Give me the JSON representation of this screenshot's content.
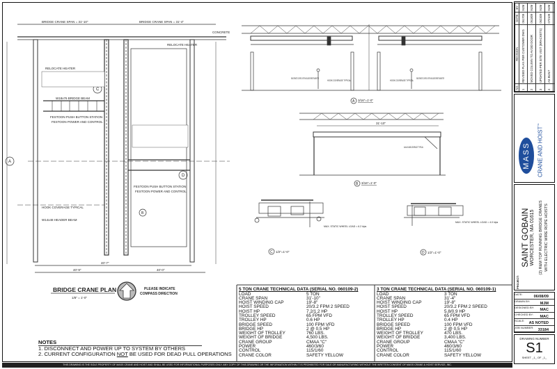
{
  "plan": {
    "title": "BRIDGE CRANE PLAN",
    "scale": "1/8\" = 1'-0\"",
    "compass_note_1": "PLEASE INDICATE",
    "compass_note_2": "COMPASS DIRECTION",
    "span_left": "BRIDGE CRANE SPAN = 31'-10\"",
    "span_right": "BRIDGE CRANE SPAN = 31'-4\"",
    "dim_bottom_left": "40'-9\"",
    "dim_bottom_right": "40'-0\"",
    "dim_inner": "40'-7\"",
    "relocate_heater": "RELOCATE HEATER",
    "festoon_button": "FESTOON PUSH BUTTON STATION",
    "festoon_power": "FESTOON POWER AND CONTROL",
    "bridge_beam": "W18x76 BRIDGE BEAM",
    "header_beam": "W14x48 HEADER BEAM",
    "concrete": "CONCRETE",
    "hook_coverage": "HOOK COVERAGE TYPICAL",
    "grid_a": "A",
    "grid_b": "B",
    "grid_c": "C",
    "grid_d": "D"
  },
  "sections": {
    "scale_a": "3/16\"=1'-0\"",
    "scale_b": "3/16\"=1'-0\"",
    "scale_c": "1/2\"=1'-0\"",
    "scale_d": "1/2\"=1'-0\"",
    "radio_remote": "RADIO REMOTE CONTROL SYSTEM INCLUDES SPARE TRANSMITTER",
    "hook_coverage": "HOOK COVERAGE TYPICAL",
    "wheel_load_c": "MAX. STATIC WHEEL LOAD = 6.2 kips",
    "wheel_load_d": "MAX. STATIC WHEEL LOAD = 4.0 kips",
    "span_b": "31'-10\"",
    "angle_brace": "4x4x1/4 ANGLE BRACE TYPICAL"
  },
  "table_5ton": {
    "title": "5 TON CRANE TECHNICAL DATA (SERIAL NO. 060109-2)",
    "rows": [
      [
        "LOAD",
        "5 TON"
      ],
      [
        "CRANE SPAN",
        "31'-10\""
      ],
      [
        "HOIST WINDING CAP",
        "19'-8\""
      ],
      [
        "HOIST SPEED",
        "20/3.2 FPM 2 SPEED"
      ],
      [
        "HOIST HP",
        "7.2/1.2 HP"
      ],
      [
        "TROLLEY SPEED",
        "65 FPM VFD"
      ],
      [
        "TROLLEY HP",
        "0.6 HP"
      ],
      [
        "BRIDGE SPEED",
        "100 FPM VFD"
      ],
      [
        "BRIDGE HP",
        "2 @ 0.5 HP"
      ],
      [
        "WEIGHT OF TROLLEY",
        "760 LBS."
      ],
      [
        "WEIGHT OF BRIDGE",
        "4,500 LBS."
      ],
      [
        "CRANE GROUP",
        "CMAA \"C\""
      ],
      [
        "POWER",
        "460/3/60"
      ],
      [
        "CONTROL",
        "115/1/60"
      ],
      [
        "CRANE COLOR",
        "SAFETY YELLOW"
      ]
    ]
  },
  "table_3ton": {
    "title": "3 TON CRANE TECHNICAL DATA (SERIAL NO. 060109-1)",
    "rows": [
      [
        "LOAD",
        "3 TON"
      ],
      [
        "CRANE SPAN",
        "31'-4\""
      ],
      [
        "HOIST WINDING CAP",
        "19'-8\""
      ],
      [
        "HOIST SPEED",
        "20/3.2 FPM 2 SPEED"
      ],
      [
        "HOIST HP",
        "5.8/0.9 HP"
      ],
      [
        "TROLLEY SPEED",
        "65 FPM VFD"
      ],
      [
        "TROLLEY HP",
        "0.4 HP"
      ],
      [
        "BRIDGE SPEED",
        "100 FPM VFD"
      ],
      [
        "BRIDGE HP",
        "2 @ 0.5 HP"
      ],
      [
        "WEIGHT OF TROLLEY",
        "470 LBS."
      ],
      [
        "WEIGHT OF BRIDGE",
        "3,400 LBS."
      ],
      [
        "CRANE GROUP",
        "CMAA \"C\""
      ],
      [
        "POWER",
        "460/3/60"
      ],
      [
        "CONTROL",
        "115/1/60"
      ],
      [
        "CRANE COLOR",
        "SAFETY YELLOW"
      ]
    ]
  },
  "notes": {
    "title": "NOTES",
    "items": [
      "1. DISCONNECT AND POWER UP TO SYSTEM BY OTHERS",
      "2. CURRENT CONFIGURATION ",
      "NOT",
      " BE USED FOR DEAD PULL OPERATIONS"
    ]
  },
  "disclaimer": "THIS DRAWING IS THE SOLE PROPERTY OF MASS CRANE AND HOIST AND SHALL BE USED FOR INFORMATIONAL PURPOSES ONLY. ANY COPY OF THIS DRAWING OR THE INFORMATION WITHIN IT IS PROHIBITED FOR SALE OR MANUFACTURING WITHOUT THE WRITTEN CONSENT OF MASS CRANE & HOIST SERVICE, INC.",
  "revisions": {
    "headers": [
      "NO.",
      "REVISION",
      "DATE",
      "BY"
    ],
    "rows": [
      [
        "1",
        "REVISED PLAN PER CUSTOMER DWG",
        "061709",
        "MJM"
      ],
      [
        "2",
        "MOVED COLUMN TO AVOID DOOR",
        "061809",
        "MJM"
      ],
      [
        "3",
        "UPDATED PER SITE VISIT (BRACKETS)",
        "062309",
        "MJM"
      ],
      [
        "4",
        "AS BUILT",
        "072109",
        "MJM"
      ],
      [
        "",
        "",
        "",
        ""
      ]
    ]
  },
  "logo": {
    "mark": "MASS",
    "name": "CRANE AND HOIST",
    "tm": "™",
    "colors": {
      "brand": "#1f4e9c"
    }
  },
  "project": {
    "label": "PROJECT:",
    "name": "SAINT GOBAIN",
    "location": "WORCESTER, MA  01615",
    "desc_1": "(2) R&M TOP RUNNING BRIDGE CRANES",
    "desc_2": "WITH ELECTRIC WIRE ROPE HOISTS"
  },
  "info": [
    {
      "label": "DATE:",
      "value": "06/08/09"
    },
    {
      "label": "DRAWN BY:",
      "value": "MJM"
    },
    {
      "label": "DESIGNED BY:",
      "value": "MAC"
    },
    {
      "label": "CHECKED BY:",
      "value": "MAC"
    },
    {
      "label": "SCALE:",
      "value": "AS NOTED"
    },
    {
      "label": "JOB NUMBER:",
      "value": "33184"
    }
  ],
  "drawing_number": {
    "label": "DRAWING NUMBER",
    "value": "S1",
    "sheet": "SHEET _1_ OF _1_"
  }
}
